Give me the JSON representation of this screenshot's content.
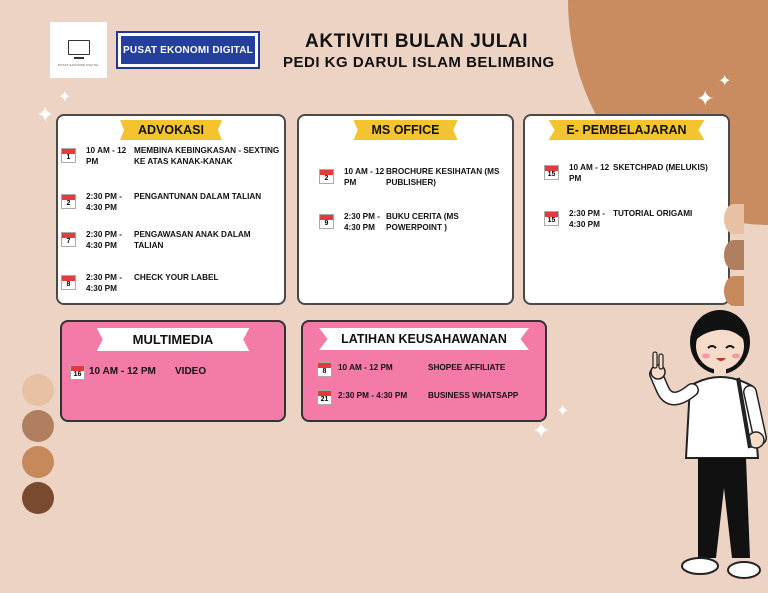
{
  "logo": {
    "small_text": "PUSAT EKONOMI DIGITAL"
  },
  "badge": {
    "label": "PUSAT EKONOMI DIGITAL"
  },
  "title": {
    "line1": "AKTIVITI BULAN JULAI",
    "line2": "PEDI KG DARUL ISLAM BELIMBING"
  },
  "advokasi": {
    "heading": "ADVOKASI",
    "items": [
      {
        "day": "1",
        "time": "10 AM - 12 PM",
        "activity": "MEMBINA KEBINGKASAN - SEXTING KE ATAS KANAK-KANAK"
      },
      {
        "day": "2",
        "time": "2:30 PM - 4:30 PM",
        "activity": "PENGANTUNAN DALAM TALIAN"
      },
      {
        "day": "7",
        "time": "2:30 PM - 4:30 PM",
        "activity": "PENGAWASAN ANAK DALAM TALIAN"
      },
      {
        "day": "8",
        "time": "2:30 PM - 4:30 PM",
        "activity": "CHECK YOUR LABEL"
      }
    ]
  },
  "msoffice": {
    "heading": "MS OFFICE",
    "items": [
      {
        "day": "2",
        "time": "10 AM - 12 PM",
        "activity": "BROCHURE KESIHATAN (MS PUBLISHER)"
      },
      {
        "day": "9",
        "time": "2:30 PM - 4:30 PM",
        "activity": "BUKU CERITA (MS POWERPOINT )"
      }
    ]
  },
  "epembelajaran": {
    "heading": "E- PEMBELAJARAN",
    "items": [
      {
        "day": "15",
        "time": "10 AM - 12 PM",
        "activity": "SKETCHPAD (MELUKIS)"
      },
      {
        "day": "15",
        "time": "2:30 PM - 4:30 PM",
        "activity": "TUTORIAL ORIGAMI"
      }
    ]
  },
  "multimedia": {
    "heading": "MULTIMEDIA",
    "items": [
      {
        "day": "16",
        "time": "10 AM - 12 PM",
        "activity": "VIDEO"
      }
    ]
  },
  "latihan": {
    "heading": "LATIHAN KEUSAHAWANAN",
    "items": [
      {
        "day": "8",
        "time": "10 AM - 12 PM",
        "activity": "SHOPEE AFFILIATE"
      },
      {
        "day": "21",
        "time": "2:30 PM - 4:30 PM",
        "activity": "BUSINESS  WHATSAPP"
      }
    ]
  },
  "colors": {
    "background": "#ecd3c3",
    "accent_brown": "#c98c60",
    "ribbon_yellow": "#f4c430",
    "pink_card": "#f47aa8",
    "badge_blue": "#253f9d"
  },
  "palette_dots": [
    "#e8c0a4",
    "#b07f60",
    "#c6895c",
    "#7a4a30"
  ]
}
